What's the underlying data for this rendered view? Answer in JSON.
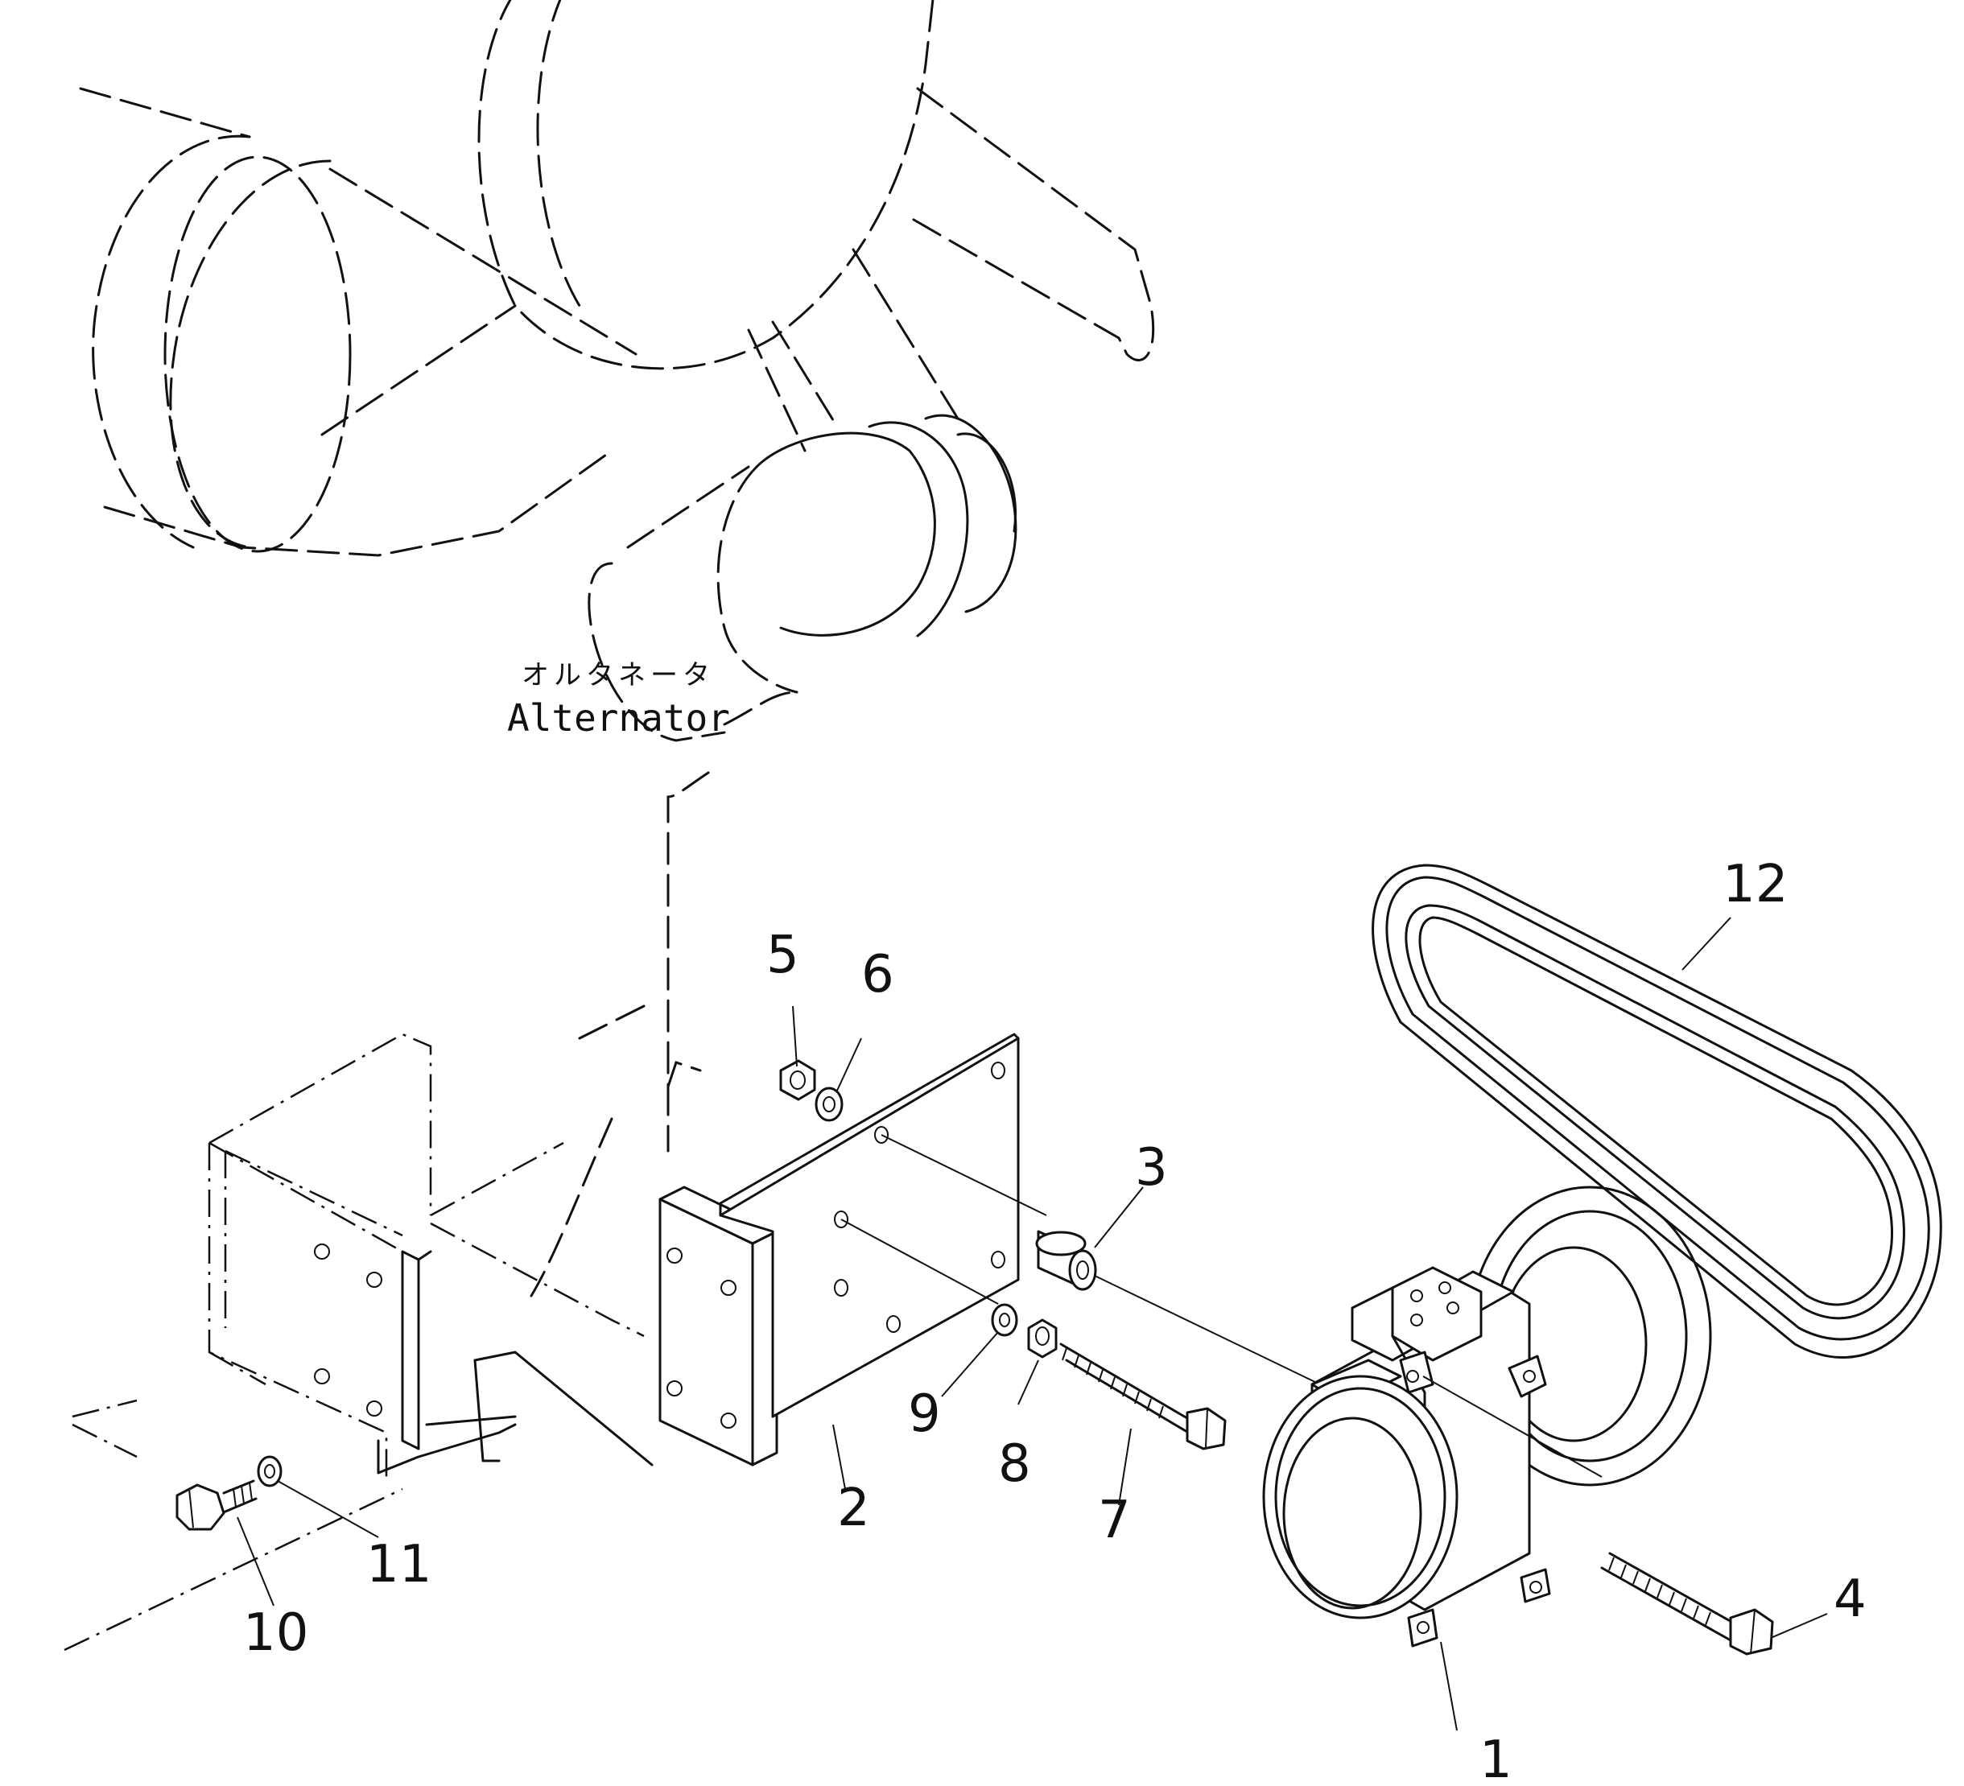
{
  "diagram": {
    "alternator_label_jp": "オルタネータ",
    "alternator_label_en": "Alternator",
    "callouts": [
      {
        "id": "1",
        "label": "1"
      },
      {
        "id": "2",
        "label": "2"
      },
      {
        "id": "3",
        "label": "3"
      },
      {
        "id": "4",
        "label": "4"
      },
      {
        "id": "5",
        "label": "5"
      },
      {
        "id": "6",
        "label": "6"
      },
      {
        "id": "7",
        "label": "7"
      },
      {
        "id": "8",
        "label": "8"
      },
      {
        "id": "9",
        "label": "9"
      },
      {
        "id": "10",
        "label": "10"
      },
      {
        "id": "11",
        "label": "11"
      },
      {
        "id": "12",
        "label": "12"
      }
    ]
  }
}
